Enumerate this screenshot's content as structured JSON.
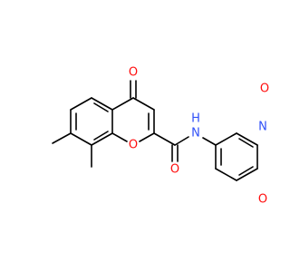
{
  "molecule": {
    "atoms": {
      "o_ketone": "O",
      "o_ring_chromone": "O",
      "o_amide": "O",
      "n_amide": "N",
      "h_amide": "H",
      "n_ring": "N",
      "o_lactam": "O",
      "o_ring_oxazine": "O"
    }
  },
  "colors": {
    "bond": "#000000",
    "oxygen": "#ff0d0d",
    "nitrogen": "#3050f8"
  }
}
